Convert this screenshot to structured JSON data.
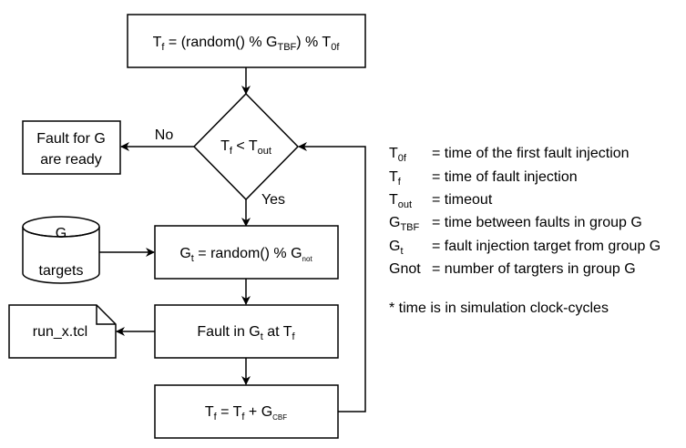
{
  "steps": {
    "init": {
      "lhs": "T",
      "lhs_sub": "f",
      "mid": " = (random() % G",
      "mid_sub": "TBF",
      "rhs": ") % T",
      "rhs_sub": "0f"
    },
    "decision": {
      "a": "T",
      "a_sub": "f",
      "op": " < T",
      "b_sub": "out"
    },
    "ready": {
      "line1": "Fault for G",
      "line2": "are ready"
    },
    "storage": {
      "line1": "G",
      "line2": "targets"
    },
    "select": {
      "a": "G",
      "a_sub": "t",
      "mid": " = random() % G",
      "b_sub": "not"
    },
    "inject": {
      "text": "Fault in G",
      "sub1": "t",
      "mid": " at T",
      "sub2": "f"
    },
    "file": {
      "name": "run_x.tcl"
    },
    "update": {
      "a": "T",
      "a_sub": "f",
      "mid": " = T",
      "mid_sub": "f",
      "rest": " + G",
      "rest_sub": "CBF"
    }
  },
  "edges": {
    "no_label": "No",
    "yes_label": "Yes"
  },
  "legend": {
    "rows": [
      {
        "sym": "T",
        "sym_sub": "0f",
        "def": "= time of the first fault injection"
      },
      {
        "sym": "T",
        "sym_sub": "f",
        "def": "= time of fault injection"
      },
      {
        "sym": "T",
        "sym_sub": "out",
        "def": "= timeout"
      },
      {
        "sym": "G",
        "sym_sub": "TBF",
        "def": "= time between faults in group G"
      },
      {
        "sym": "G",
        "sym_sub": "t",
        "def": "= fault injection target from group G"
      },
      {
        "sym": "Gnot",
        "sym_sub": "",
        "def": "= number of targters in group G"
      }
    ],
    "note": "* time is in simulation clock-cycles"
  }
}
